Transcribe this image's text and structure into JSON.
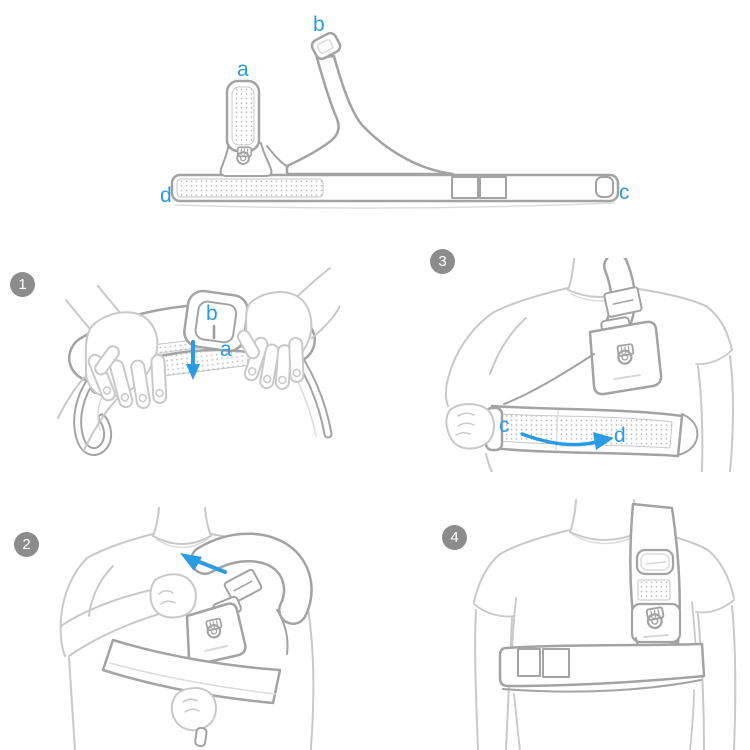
{
  "palette": {
    "background": "#ffffff",
    "accent": "#2b9be4",
    "harness_line": "#a3a3a3",
    "figure_line": "#c9c9c9",
    "dots": "#b3b3b3",
    "badge": "#8c8c8c",
    "badge_text": "#ffffff"
  },
  "overview": {
    "label_a": "a",
    "label_b": "b",
    "label_c": "c",
    "label_d": "d"
  },
  "steps": {
    "step1": {
      "number": "1",
      "label_b": "b",
      "label_a": "a"
    },
    "step2": {
      "number": "2"
    },
    "step3": {
      "number": "3",
      "label_c": "c",
      "label_d": "d"
    },
    "step4": {
      "number": "4"
    }
  },
  "icons": {
    "emblem": "harness-logo-ring",
    "arrow_step1": "arrow-down",
    "arrow_step2": "arrow-up-left",
    "arrow_step3": "arrow-curved-right"
  }
}
